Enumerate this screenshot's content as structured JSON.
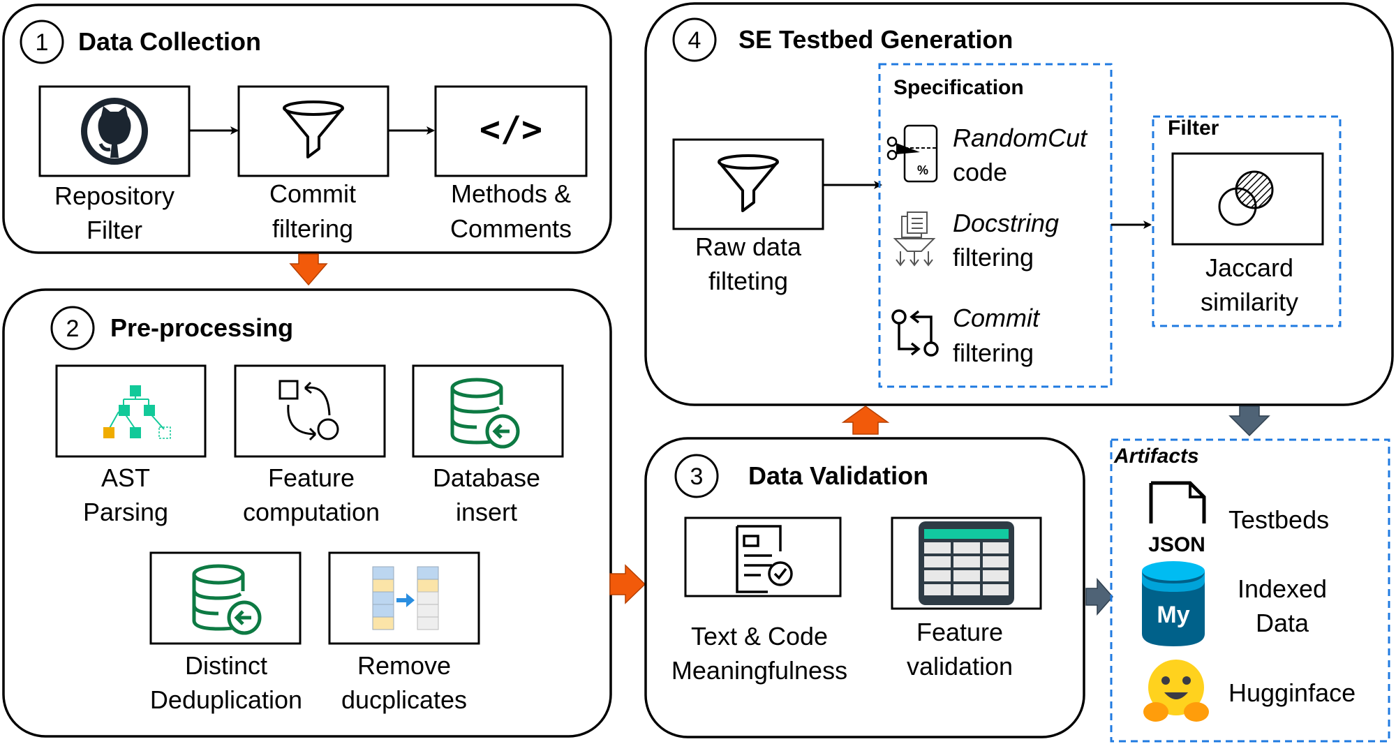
{
  "colors": {
    "orange_arrow": "#f25a0a",
    "slate_arrow": "#4f6376",
    "dashed_border": "#1f7ae0",
    "tree_green": "#12c999",
    "tree_orange": "#f0ac00",
    "db_green": "#0d7a43",
    "table_teal": "#12c9a0",
    "table_dark": "#2e3b45",
    "mysql_blue": "#00618a",
    "mysql_cyan": "#00bcf2",
    "hug_yellow": "#ffd21e",
    "hug_orange": "#ff9d0b",
    "github_dark": "#1b2530"
  },
  "data_collection": {
    "number": "1",
    "title": "Data Collection",
    "steps": [
      {
        "icon": "github-icon",
        "line1": "Repository",
        "line2": "Filter"
      },
      {
        "icon": "funnel-icon",
        "line1": "Commit",
        "line2": "filtering"
      },
      {
        "icon": "code-icon",
        "glyph": "</>",
        "line1": "Methods &",
        "line2": "Comments"
      }
    ]
  },
  "pre_processing": {
    "number": "2",
    "title": "Pre-processing",
    "steps": [
      {
        "icon": "tree-icon",
        "line1": "AST",
        "line2": "Parsing"
      },
      {
        "icon": "feature-cycle-icon",
        "line1": "Feature",
        "line2": "computation"
      },
      {
        "icon": "database-insert-icon",
        "line1": "Database",
        "line2": "insert"
      },
      {
        "icon": "database-dedup-icon",
        "line1": "Distinct",
        "line2": "Deduplication"
      },
      {
        "icon": "remove-duplicates-icon",
        "line1": "Remove",
        "line2": "ducplicates"
      }
    ]
  },
  "data_validation": {
    "number": "3",
    "title": "Data Validation",
    "steps": [
      {
        "icon": "document-check-icon",
        "line1": "Text & Code",
        "line2": "Meaningfulness"
      },
      {
        "icon": "table-icon",
        "line1": "Feature",
        "line2": "validation"
      }
    ]
  },
  "testbed_generation": {
    "number": "4",
    "title": "SE Testbed Generation",
    "raw_step": {
      "icon": "funnel-icon",
      "line1": "Raw data",
      "line2": "filteting"
    },
    "specification": {
      "title": "Specification",
      "items": [
        {
          "icon": "scissors-icon",
          "line1": "RandomCut",
          "line2": "code"
        },
        {
          "icon": "docstring-filter-icon",
          "line1": "Docstring",
          "line2": "filtering"
        },
        {
          "icon": "commit-icon",
          "line1": "Commit",
          "line2": "filtering"
        }
      ]
    },
    "filter": {
      "title": "Filter",
      "icon": "venn-icon",
      "line1": "Jaccard",
      "line2": "similarity"
    }
  },
  "artifacts": {
    "title": "Artifacts",
    "items": [
      {
        "icon": "json-file-icon",
        "icon_text": "JSON",
        "label": "Testbeds"
      },
      {
        "icon": "mysql-icon",
        "icon_text": "My",
        "line1": "Indexed",
        "line2": "Data"
      },
      {
        "icon": "hugging-face-icon",
        "label": "Hugginface"
      }
    ]
  }
}
